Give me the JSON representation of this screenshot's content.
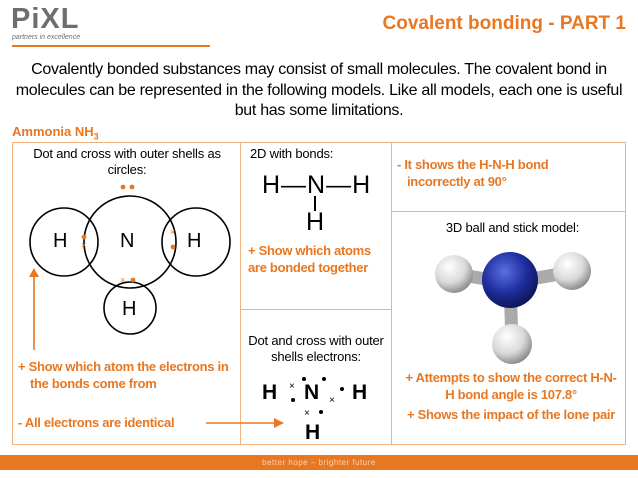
{
  "header": {
    "logo": "PiXL",
    "tagline": "partners in excellence",
    "title": "Covalent bonding - PART 1"
  },
  "intro": "Covalently bonded substances may consist of small molecules. The covalent bond in molecules can be represented in the following models. Like all models, each one is useful but has some limitations.",
  "section": {
    "label": "Ammonia NH",
    "subscript": "3"
  },
  "panel_circles": {
    "label": "Dot and cross with outer shells as circles:",
    "atoms": [
      "H",
      "N",
      "H",
      "H"
    ],
    "pro": "+ Show which atom the electrons in the bonds come from",
    "con": "- All electrons are identical"
  },
  "panel_2d": {
    "label": "2D with bonds:",
    "formula_row": "H—N—H",
    "formula_bottom": "H",
    "pro": "+ Show which atoms are bonded together",
    "con": "- It shows the H-N-H bond incorrectly at 90°"
  },
  "panel_outer": {
    "label": "Dot and cross with outer shells electrons:",
    "atoms": [
      "H",
      "N",
      "H",
      "H"
    ]
  },
  "panel_3d": {
    "label": "3D ball and stick model:",
    "pro1": "+ Attempts to show the correct H-N-H bond angle is 107.8°",
    "pro2": "+ Shows the impact of the lone pair"
  },
  "footer": "better hope – brighter future",
  "colors": {
    "accent": "#e87722",
    "nitrogen": "#1f2e9e",
    "hydrogen": "#e8e8e8",
    "panel_border": "#f1b27e"
  }
}
